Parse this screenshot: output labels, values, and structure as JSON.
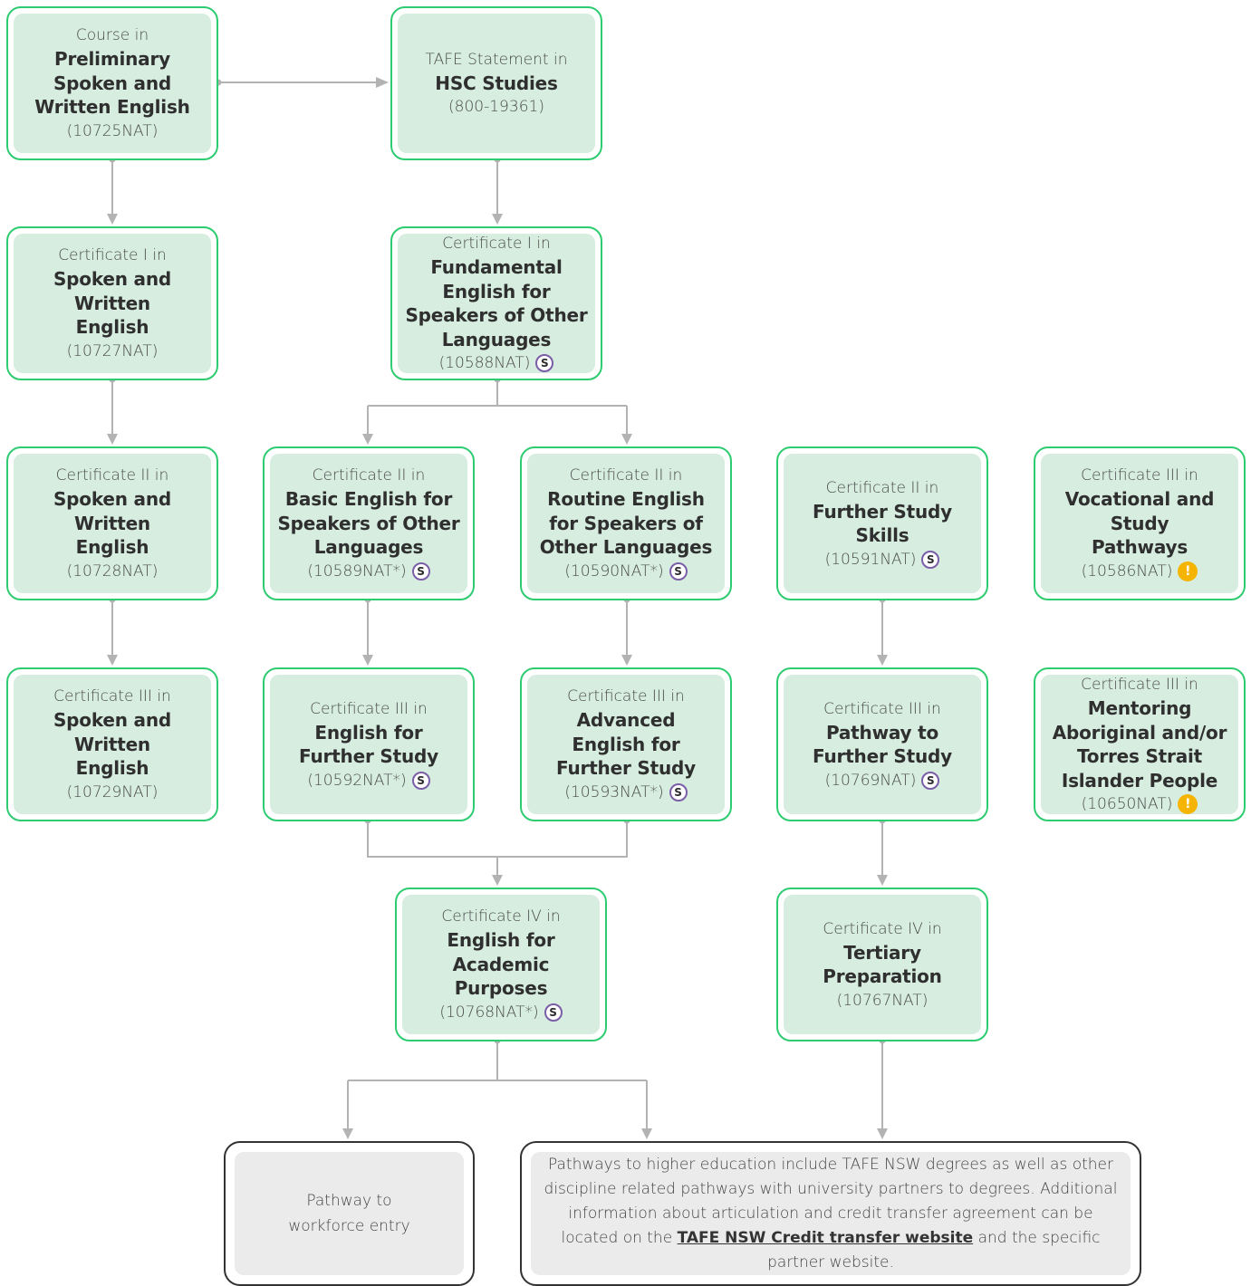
{
  "colors": {
    "node_border": "#2ecc71",
    "node_fill": "#d6ede0",
    "connector": "#b3b3b3",
    "s_badge": "#7b5ea7",
    "warning_badge": "#f5b400",
    "outcome_border": "#333333",
    "outcome_fill": "#ebebeb"
  },
  "icons": {
    "s_badge": "s-badge-icon",
    "warning_badge": "warning-icon"
  },
  "badges": {
    "s": "S",
    "warning": "!"
  },
  "nodes": {
    "prelim": {
      "kind": "Course in",
      "title": "Preliminary Spoken and Written English",
      "code": "(10725NAT)"
    },
    "tafe_hsc": {
      "kind": "TAFE Statement in",
      "title": "HSC Studies",
      "code": "(800-19361)"
    },
    "cert1_spoken": {
      "kind": "Certificate I in",
      "title": "Spoken and Written English",
      "code": "(10727NAT)"
    },
    "cert1_fundamental": {
      "kind": "Certificate I in",
      "title": "Fundamental English for Speakers of Other Languages",
      "code": "(10588NAT)"
    },
    "cert2_spoken": {
      "kind": "Certificate II in",
      "title": "Spoken and Written English",
      "code": "(10728NAT)"
    },
    "cert2_basic": {
      "kind": "Certificate II in",
      "title": "Basic English for Speakers of Other Languages",
      "code": "(10589NAT*)"
    },
    "cert2_routine": {
      "kind": "Certificate II in",
      "title": "Routine English for Speakers of Other Languages",
      "code": "(10590NAT*)"
    },
    "cert2_further": {
      "kind": "Certificate II in",
      "title": "Further Study Skills",
      "code": "(10591NAT)"
    },
    "cert3_vocational": {
      "kind": "Certificate III in",
      "title": "Vocational and Study Pathways",
      "code": "(10586NAT)"
    },
    "cert3_spoken": {
      "kind": "Certificate III in",
      "title": "Spoken and Written English",
      "code": "(10729NAT)"
    },
    "cert3_english_further": {
      "kind": "Certificate III in",
      "title": "English for Further Study",
      "code": "(10592NAT*)"
    },
    "cert3_advanced": {
      "kind": "Certificate III in",
      "title": "Advanced English for Further Study",
      "code": "(10593NAT*)"
    },
    "cert3_pathway": {
      "kind": "Certificate III in",
      "title": "Pathway to Further Study",
      "code": "(10769NAT)"
    },
    "cert3_mentoring": {
      "kind": "Certificate III in",
      "title": "Mentoring Aboriginal and/or Torres Strait Islander People",
      "code": "(10650NAT)"
    },
    "cert4_eap": {
      "kind": "Certificate IV in",
      "title": "English for Academic Purposes",
      "code": "(10768NAT*)"
    },
    "cert4_tertiary": {
      "kind": "Certificate IV in",
      "title": "Tertiary Preparation",
      "code": "(10767NAT)"
    }
  },
  "outcomes": {
    "workforce": {
      "line1": "Pathway to",
      "line2": "workforce entry"
    },
    "higher_ed": {
      "text_before": "Pathways to higher education include TAFE NSW degrees as well as other discipline related pathways with university partners to degrees. Additional information about articulation and credit transfer agreement can be located on the",
      "link_text": "TAFE NSW Credit transfer website",
      "text_after": "and the specific partner website."
    }
  }
}
